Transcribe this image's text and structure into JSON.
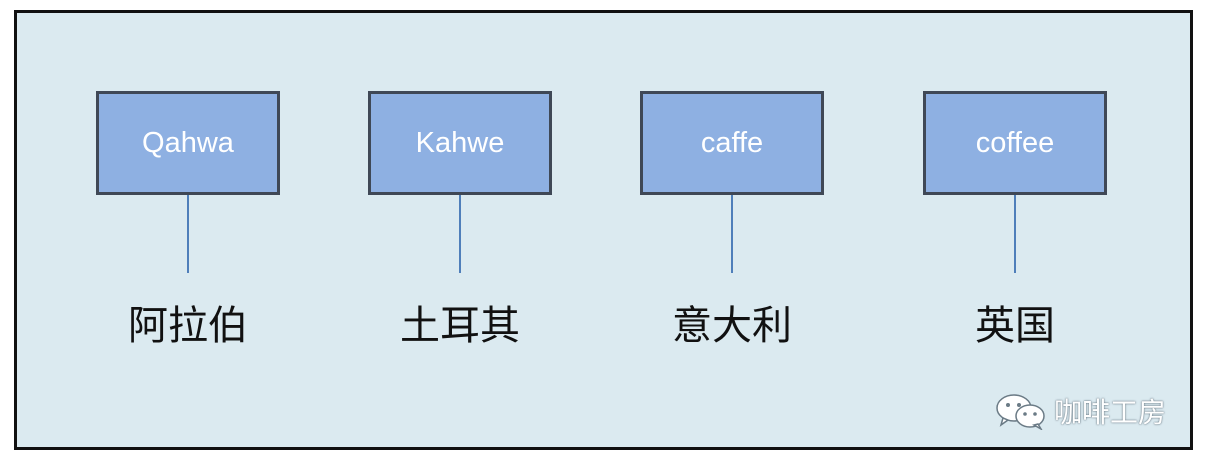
{
  "diagram": {
    "nodes": [
      {
        "word": "Qahwa",
        "country": "阿拉伯"
      },
      {
        "word": "Kahwe",
        "country": "土耳其"
      },
      {
        "word": "caffe",
        "country": "意大利"
      },
      {
        "word": "coffee",
        "country": "英国"
      }
    ]
  },
  "watermark": {
    "text": "咖啡工房",
    "icon": "wechat-icon"
  },
  "colors": {
    "background": "#dbeaf0",
    "box_fill": "#8eb0e2",
    "box_border": "#3f4856",
    "connector": "#4f7fba"
  }
}
